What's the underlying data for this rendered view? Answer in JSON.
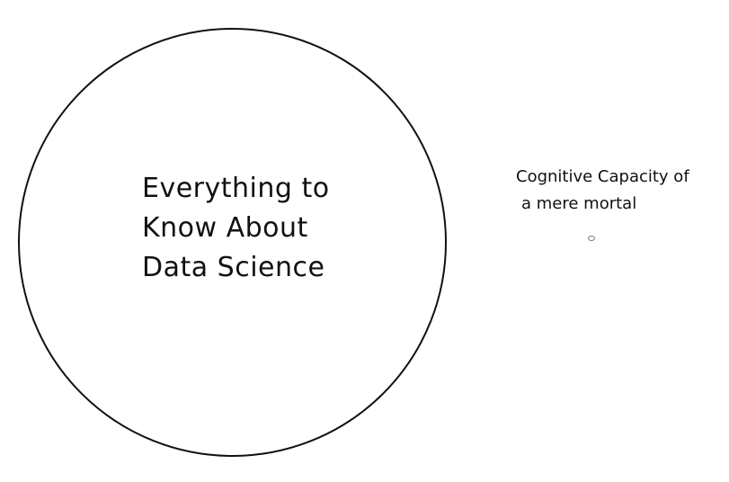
{
  "diagram": {
    "large_circle": {
      "label_lines": [
        "Everything to",
        "Know About",
        "Data Science"
      ]
    },
    "small_circle": {
      "label_lines": [
        "Cognitive Capacity of",
        "a mere mortal"
      ]
    },
    "stroke_color": "#111111",
    "background_color": "#ffffff"
  }
}
